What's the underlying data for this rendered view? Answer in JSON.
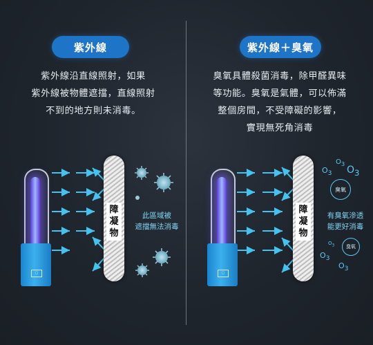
{
  "left": {
    "title": "紫外線",
    "description": [
      "紫外線沿直線照射，如果",
      "紫外線被物體遮擋，直線照射",
      "不到的地方則未消毒。"
    ],
    "barrier_label": [
      "障",
      "凝",
      "物"
    ],
    "note": [
      "此區域被",
      "遮擋無法消毒"
    ]
  },
  "right": {
    "title": "紫外線＋臭氧",
    "description": [
      "臭氧具體殺菌消毒，除甲醛異味",
      "等功能。臭氧是氣體，可以佈滿",
      "整個房間，不受障礙的影響，",
      "實現無死角消毒"
    ],
    "barrier_label": [
      "障",
      "凝",
      "物"
    ],
    "note": [
      "有臭氧滲透",
      "能更好消毒"
    ],
    "ozone_bubble_large": "臭氧",
    "ozone_bubble_small": "臭氧",
    "o3_label": "O",
    "o3_sub": "3"
  },
  "colors": {
    "background": "#1f252d",
    "accent_blue": "#1e74c6",
    "arrow_cyan": "#45c3f0",
    "note_cyan": "#7fd3f5"
  }
}
